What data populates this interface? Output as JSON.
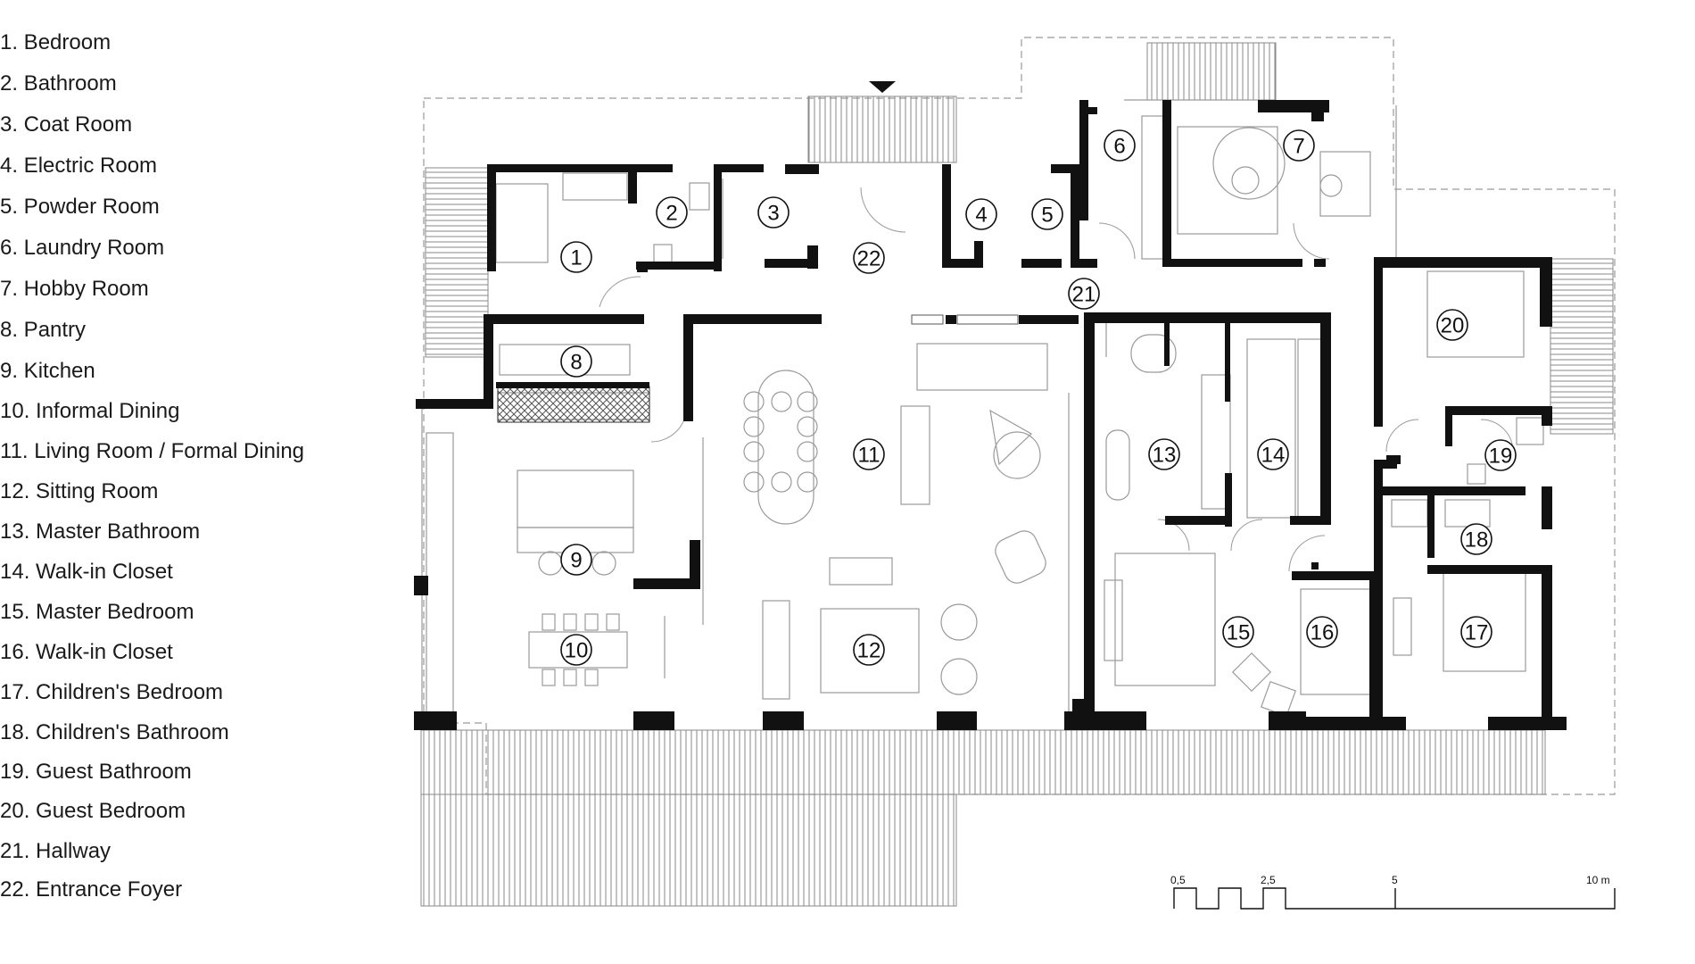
{
  "legend": [
    "1. Bedroom",
    "2. Bathroom",
    "3. Coat Room",
    "4. Electric Room",
    "5. Powder Room",
    "6. Laundry Room",
    "7. Hobby Room",
    "8. Pantry",
    "9. Kitchen",
    "10. Informal Dining",
    "11. Living Room / Formal Dining",
    "12. Sitting Room",
    "13. Master Bathroom",
    "14. Walk-in Closet",
    "15. Master Bedroom",
    "16. Walk-in Closet",
    "17. Children's Bedroom",
    "18. Children's Bathroom",
    "19. Guest Bathroom",
    "20. Guest Bedroom",
    "21. Hallway",
    "22. Entrance Foyer"
  ],
  "room_labels": [
    "1",
    "2",
    "3",
    "4",
    "5",
    "6",
    "7",
    "8",
    "9",
    "10",
    "11",
    "12",
    "13",
    "14",
    "15",
    "16",
    "17",
    "18",
    "19",
    "20",
    "21",
    "22"
  ],
  "scale_bar": {
    "ticks": [
      "0,5",
      "2,5",
      "5",
      "10 m"
    ]
  },
  "colors": {
    "wall": "#111111",
    "line": "#9a9a9a",
    "dash": "#9a9a9a",
    "hatch": "#8a8a8a"
  }
}
